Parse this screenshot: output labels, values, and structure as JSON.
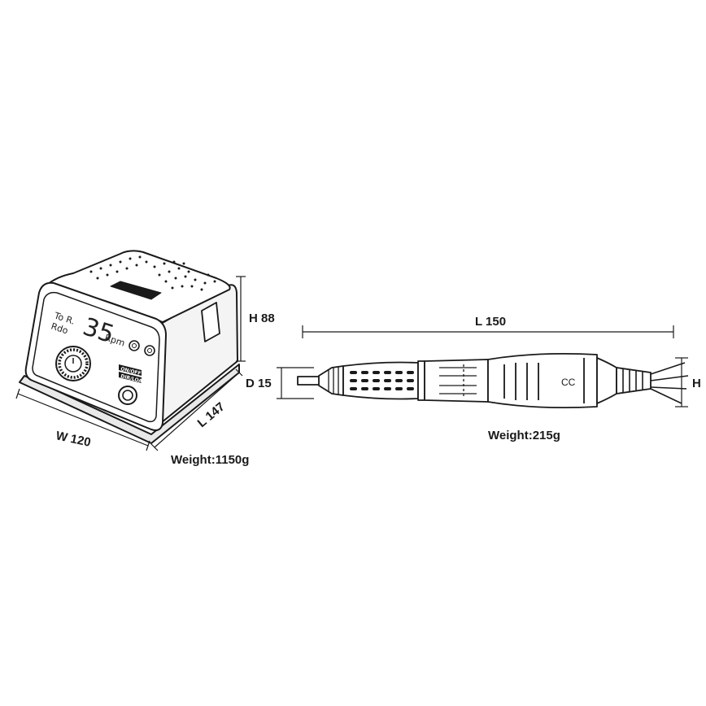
{
  "console": {
    "panel_line1": "To R.",
    "panel_line2": "Rdo",
    "display_value": "35",
    "display_unit": "Rpm",
    "button_label_top": "ON/OFF",
    "button_label_bottom": "DIR/LOAD"
  },
  "dimensions": {
    "console_height": "H 88",
    "console_width": "W 120",
    "console_length": "L 147",
    "console_weight": "Weight:1150g",
    "handpiece_length": "L 150",
    "handpiece_diameter": "D 15",
    "handpiece_height": "H",
    "handpiece_weight": "Weight:215g",
    "handpiece_mark": "CC"
  }
}
